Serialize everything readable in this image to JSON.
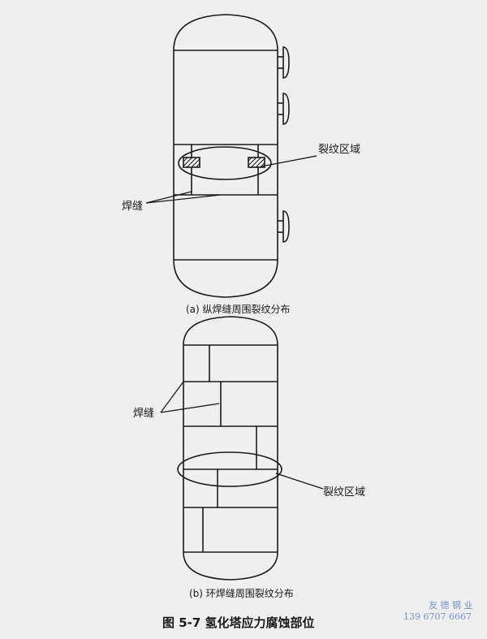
{
  "figure": {
    "caption": "图 5-7   氢化塔应力腐蚀部位"
  },
  "diagram_a": {
    "caption": "(a) 纵焊缝周围裂纹分布",
    "label_crack": "裂纹区域",
    "label_weld": "焊缝"
  },
  "diagram_b": {
    "caption": "(b) 环焊缝周围裂纹分布",
    "label_crack": "裂纹区域",
    "label_weld": "焊缝"
  },
  "watermark": {
    "line1": "友 德 钢 业",
    "line2": "139 6707 6667"
  }
}
